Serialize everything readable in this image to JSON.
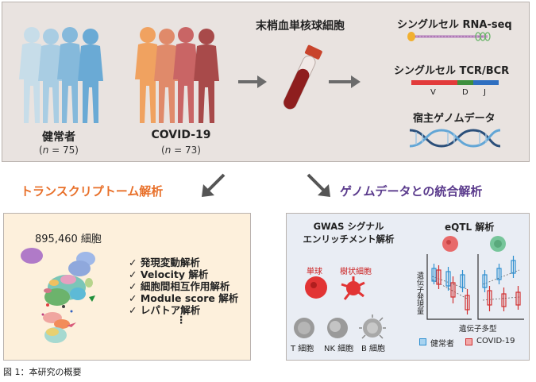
{
  "top": {
    "healthy_label": "健常者",
    "healthy_n_prefix": "(",
    "healthy_n_var": "n",
    "healthy_n_value": " = 75)",
    "covid_label": "COVID-19",
    "covid_n_prefix": "(",
    "covid_n_var": "n",
    "covid_n_value": " = 73)",
    "blood_label": "末梢血単核球細胞",
    "rna_label": "シングルセル RNA-seq",
    "tcr_label": "シングルセル TCR/BCR",
    "v_label": "V",
    "d_label": "D",
    "j_label": "J",
    "genome_label": "宿主ゲノムデータ"
  },
  "flow": {
    "transcriptome_label": "トランスクリプトーム解析",
    "genome_analysis_label": "ゲノムデータとの統合解析"
  },
  "left": {
    "cell_count": "895,460 細胞",
    "items": [
      "✓ 発現変動解析",
      "✓ Velocity 解析",
      "✓ 細胞間相互作用解析",
      "✓ Module score 解析",
      "✓ レパトア解析",
      "⋮"
    ]
  },
  "right": {
    "gwas_line1": "GWAS シグナル",
    "gwas_line2": "エンリッチメント解析",
    "mono_label": "単球",
    "dc_label": "樹状細胞",
    "t_label": "T 細胞",
    "nk_label": "NK 細胞",
    "b_label": "B 細胞",
    "eqtl_title": "eQTL 解析",
    "eqtl_ylabel": "遺伝子発現量",
    "eqtl_xlabel": "遺伝子多型",
    "legend_healthy": "健常者",
    "legend_covid": "COVID-19"
  },
  "caption": "図 1：本研究の概要",
  "colors": {
    "healthy": "#2e8fd0",
    "covid": "#d23030",
    "orange": "#e8702a",
    "purple": "#5a3a8c"
  }
}
